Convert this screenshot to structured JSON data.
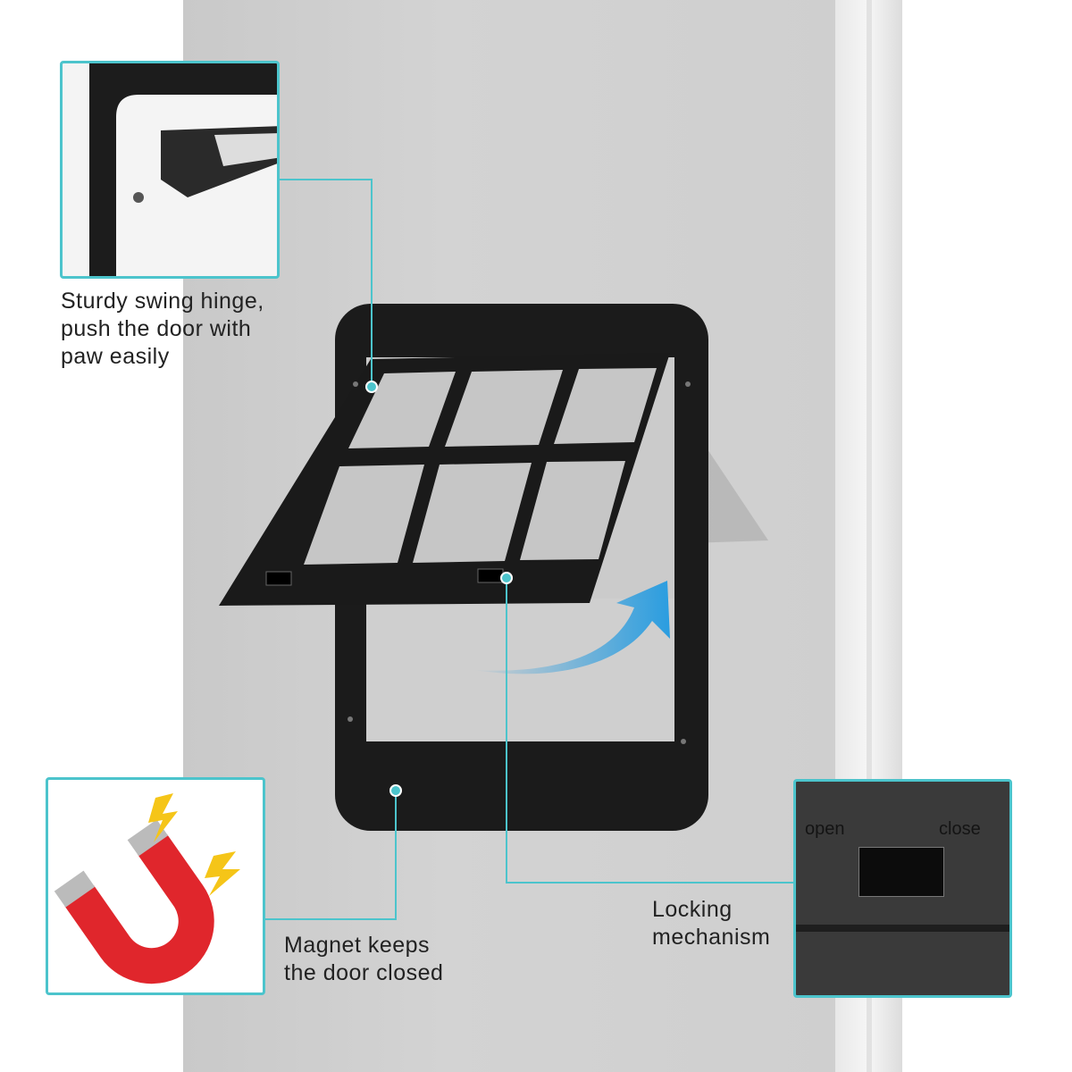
{
  "callouts": {
    "hinge": {
      "text_line1": "Sturdy swing hinge,",
      "text_line2": "push the door with",
      "text_line3": "paw easily"
    },
    "magnet": {
      "text_line1": "Magnet keeps",
      "text_line2": "the door closed"
    },
    "lock": {
      "text_line1": "Locking",
      "text_line2": "mechanism",
      "open_label": "open",
      "close_label": "close"
    }
  },
  "colors": {
    "accent": "#4cc4cc",
    "arrow": "#2a9de0",
    "magnet": "#e0262c",
    "lightning": "#f5c518"
  }
}
